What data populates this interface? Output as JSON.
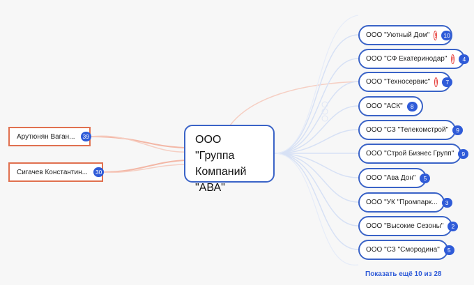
{
  "center": {
    "line1": "ООО \"Группа",
    "line2": "Компаний",
    "line3": "\"АВА\""
  },
  "persons": [
    {
      "name": "Арутюнян Ваган...",
      "count": "39"
    },
    {
      "name": "Сигачев Константин...",
      "count": "30"
    }
  ],
  "companies": [
    {
      "name": "ООО \"Уютный Дом\"",
      "warning": true,
      "count": "10"
    },
    {
      "name": "ООО \"СФ Екатеринодар\"",
      "warning": true,
      "count": "4"
    },
    {
      "name": "ООО \"Техносервис\"",
      "warning": true,
      "count": "7"
    },
    {
      "name": "ООО \"АСК\"",
      "warning": false,
      "count": "8"
    },
    {
      "name": "ООО \"СЗ \"Телекомстрой\"",
      "warning": false,
      "count": "9"
    },
    {
      "name": "ООО \"Строй Бизнес Групп\"",
      "warning": false,
      "count": "9"
    },
    {
      "name": "ООО \"Ава Дон\"",
      "warning": false,
      "count": "5"
    },
    {
      "name": "ООО \"УК \"Промпарк...",
      "warning": false,
      "count": "3"
    },
    {
      "name": "ООО \"Высокие Сезоны\"",
      "warning": false,
      "count": "2"
    },
    {
      "name": "ООО \"СЗ \"Смородина\"",
      "warning": false,
      "count": "5"
    }
  ],
  "show_more": "Показать ещё 10 из 28",
  "colors": {
    "accent": "#3a63c7",
    "badge": "#2f5bd8",
    "person_border": "#e0704f",
    "warning": "#e53935"
  }
}
